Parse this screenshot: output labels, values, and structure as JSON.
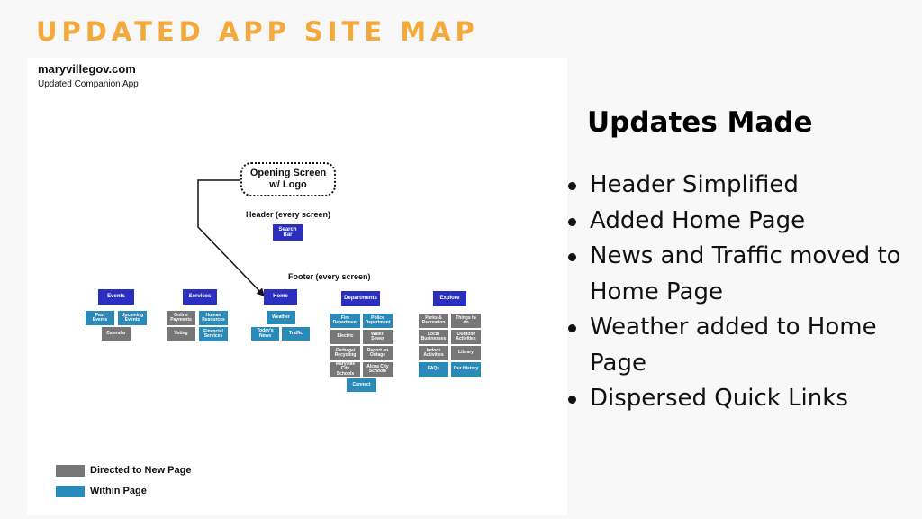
{
  "slide": {
    "title": "UPDATED APP SITE MAP"
  },
  "sitemap": {
    "site_name": "maryvillegov.com",
    "app_name": "Updated Companion App",
    "opening_screen": "Opening Screen\nw/ Logo",
    "header_label": "Header (every screen)",
    "search_bar": "Search Bar",
    "footer_label": "Footer (every screen)",
    "sections": {
      "events": {
        "label": "Events",
        "items": [
          "Past Events",
          "Upcoming Events",
          "Calendar"
        ]
      },
      "services": {
        "label": "Services",
        "items": [
          "Online Payments",
          "Human Resources",
          "Voting",
          "Financial Services"
        ]
      },
      "home": {
        "label": "Home",
        "items": [
          "Weather",
          "Today's News",
          "Traffic"
        ]
      },
      "departments": {
        "label": "Departments",
        "items": [
          "Fire Department",
          "Police Department",
          "Electric",
          "Water/ Sewer",
          "Garbage/ Recycling",
          "Report an Outage",
          "Maryville City Schools",
          "Alcoa City Schools",
          "Connect"
        ]
      },
      "explore": {
        "label": "Explore",
        "items": [
          "Parks & Recreation",
          "Things to do",
          "Local Businesses",
          "Outdoor Activities",
          "Indoor Activities",
          "Library",
          "FAQs",
          "Our History"
        ]
      }
    },
    "legend": [
      {
        "label": "Directed to New Page",
        "color": "#777777"
      },
      {
        "label": "Within Page",
        "color": "#2B8BB8"
      }
    ],
    "colors": {
      "nav": "#2B2FBF",
      "within": "#2B8BB8",
      "directed": "#777777"
    }
  },
  "updates": {
    "heading": "Updates Made",
    "items": [
      "Header Simplified",
      "Added Home Page",
      "News and Traffic moved to Home Page",
      "Weather added to Home Page",
      "Dispersed Quick Links"
    ]
  }
}
